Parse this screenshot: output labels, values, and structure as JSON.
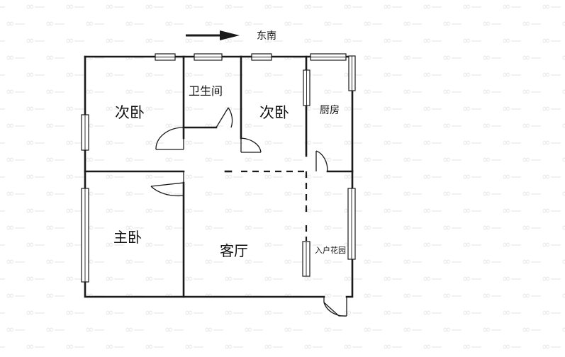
{
  "compass": {
    "direction_label": "东南"
  },
  "rooms": {
    "secondary_bedroom_left": "次卧",
    "bathroom": "卫生间",
    "secondary_bedroom_right": "次卧",
    "kitchen": "厨房",
    "master_bedroom": "主卧",
    "living_room": "客厅",
    "entry_garden": "入户花园"
  },
  "colors": {
    "line": "#1a1a1a",
    "background": "#ffffff",
    "watermark": "#e6e6e6"
  }
}
